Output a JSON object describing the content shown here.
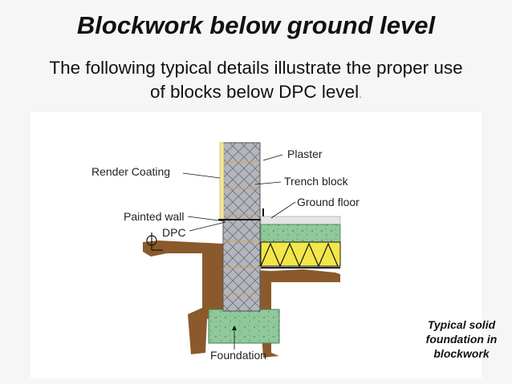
{
  "title": "Blockwork below ground level",
  "subtitle_line1": "The following typical details illustrate the proper use",
  "subtitle_line2": "of blocks below DPC level",
  "subtitle_end": ".",
  "labels": {
    "plaster": "Plaster",
    "render_coating": "Render Coating",
    "trench_block": "Trench block",
    "ground_floor": "Ground floor",
    "painted_wall": "Painted wall",
    "dpc": "DPC",
    "foundation": "Foundation"
  },
  "caption": {
    "line1": "Typical solid",
    "line2": "foundation in",
    "line3": "blockwork"
  },
  "colors": {
    "soil": "#8a5a2c",
    "block": "#b5b8bf",
    "concrete": "#8fc99a",
    "insulation": "#f2e64a",
    "render": "#f5e6a0"
  }
}
